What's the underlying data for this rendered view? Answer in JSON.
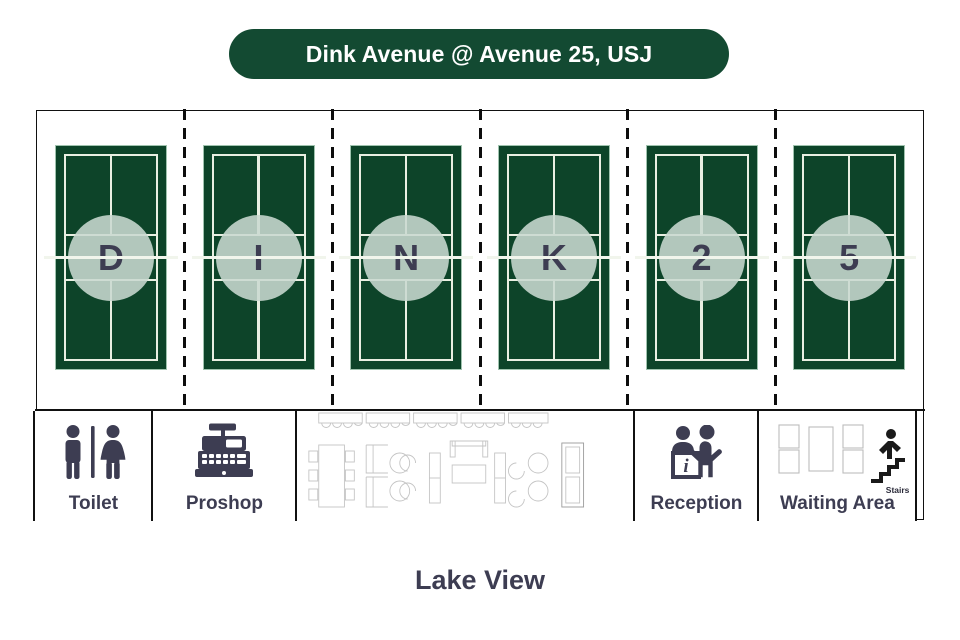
{
  "title": {
    "text": "Dink Avenue @ Avenue 25, USJ",
    "pill_color": "#134a32",
    "text_color": "#ffffff"
  },
  "footer": {
    "caption": "Lake View"
  },
  "colors": {
    "court_surface": "#0d4429",
    "court_lines": "#e9efe2",
    "court_badge_fill": "#cad9d0",
    "badge_text": "#3d3d52",
    "outline": "#111111",
    "label_text": "#3d3d52",
    "furniture_line": "#c9c9c9"
  },
  "courts": [
    {
      "label": "D",
      "name": "court-d"
    },
    {
      "label": "I",
      "name": "court-i"
    },
    {
      "label": "N",
      "name": "court-n"
    },
    {
      "label": "K",
      "name": "court-k"
    },
    {
      "label": "2",
      "name": "court-2"
    },
    {
      "label": "5",
      "name": "court-5"
    }
  ],
  "amenities": [
    {
      "label": "Toilet",
      "icon": "restroom-icon"
    },
    {
      "label": "Proshop",
      "icon": "cash-register-icon"
    },
    {
      "label": "",
      "icon": "lounge-floorplan"
    },
    {
      "label": "Reception",
      "icon": "information-desk-icon"
    },
    {
      "label": "Waiting Area",
      "icon": "waiting-seats-icon",
      "sub_label": "Stairs"
    }
  ]
}
